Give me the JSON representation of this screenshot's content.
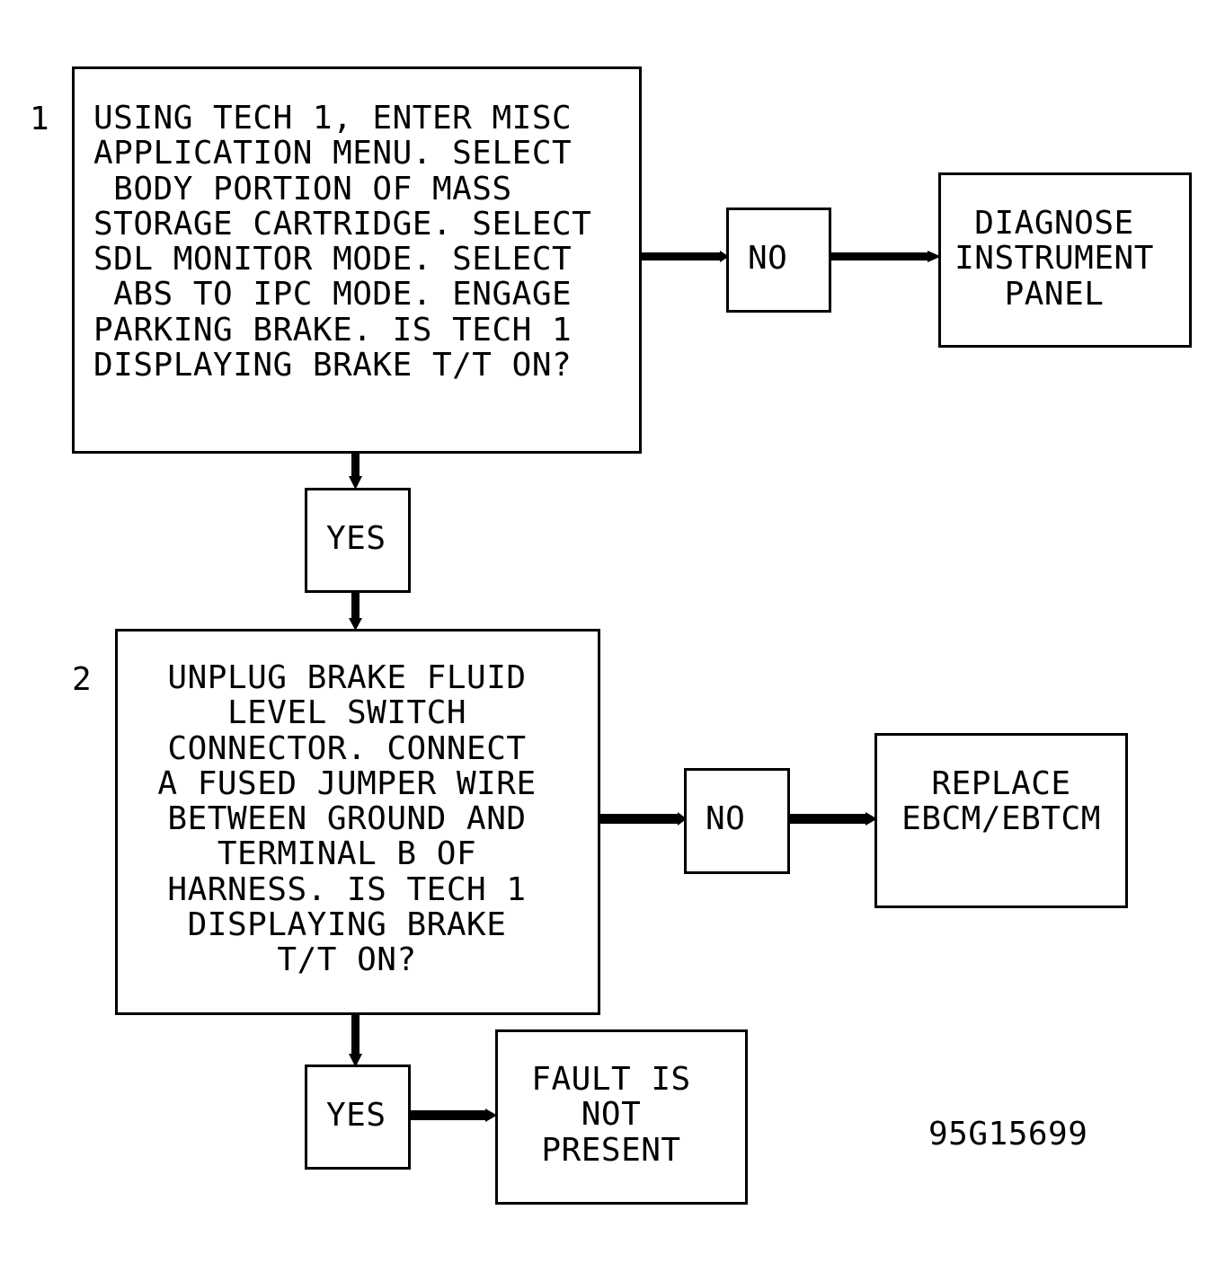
{
  "steps": [
    {
      "number": "1",
      "text": "USING TECH 1, ENTER MISC\nAPPLICATION MENU. SELECT\n BODY PORTION OF MASS\nSTORAGE CARTRIDGE. SELECT\nSDL MONITOR MODE. SELECT\n ABS TO IPC MODE. ENGAGE\nPARKING BRAKE. IS TECH 1\nDISPLAYING BRAKE T/T ON?",
      "no_label": "NO",
      "no_result": "DIAGNOSE\nINSTRUMENT\nPANEL",
      "yes_label": "YES"
    },
    {
      "number": "2",
      "text": "UNPLUG BRAKE FLUID\nLEVEL SWITCH\nCONNECTOR. CONNECT\nA FUSED JUMPER WIRE\nBETWEEN GROUND AND\nTERMINAL B OF\nHARNESS. IS TECH 1\nDISPLAYING BRAKE\nT/T ON?",
      "no_label": "NO",
      "no_result": "REPLACE\nEBCM/EBTCM",
      "yes_label": "YES",
      "yes_result": "FAULT IS\nNOT\nPRESENT"
    }
  ],
  "figure_id": "95G15699"
}
